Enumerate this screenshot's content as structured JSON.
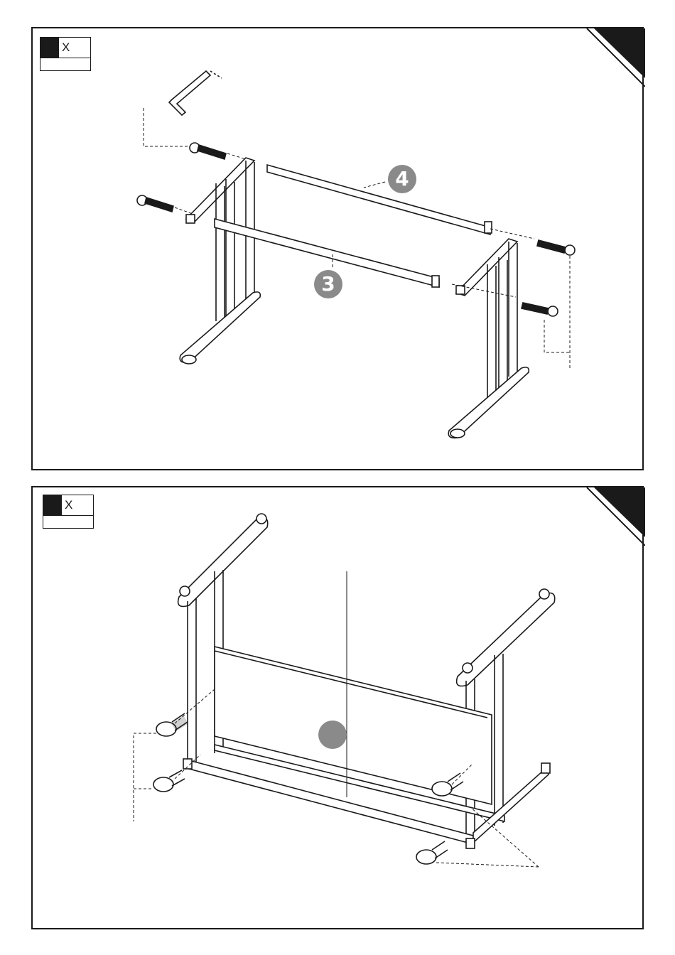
{
  "panels": [
    {
      "qty_label": "X",
      "part_numbers": [
        "4",
        "3"
      ]
    },
    {
      "qty_label": "X",
      "part_numbers": [
        ""
      ]
    }
  ],
  "colors": {
    "ink": "#1a1a1a",
    "badge": "#8a8a8a",
    "corner": "#1a1a1a"
  }
}
